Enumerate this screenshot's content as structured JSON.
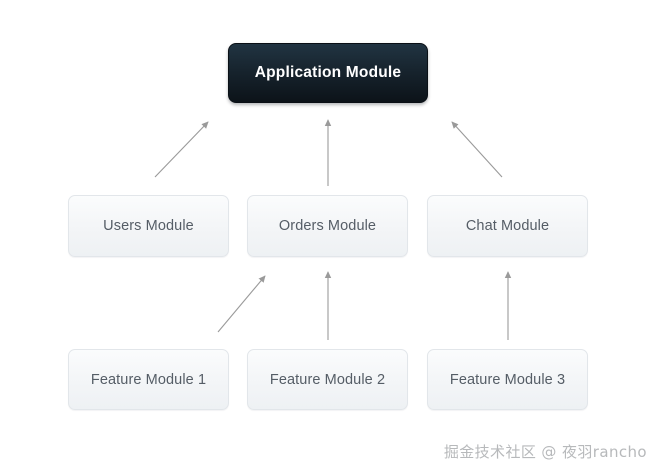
{
  "diagram": {
    "title": "Application Module dependency diagram",
    "type": "layered-dependency-graph",
    "background_color": "#ffffff",
    "arrow_color": "#9a9a9a",
    "nodes": [
      {
        "id": "application",
        "label": "Application Module",
        "tier": "top",
        "style": "dark",
        "fill_color": "#17242e",
        "text_color": "#ffffff"
      },
      {
        "id": "users",
        "label": "Users Module",
        "tier": "middle",
        "style": "light",
        "fill_color": "#f3f5f7",
        "text_color": "#555d66"
      },
      {
        "id": "orders",
        "label": "Orders Module",
        "tier": "middle",
        "style": "light",
        "fill_color": "#f3f5f7",
        "text_color": "#555d66"
      },
      {
        "id": "chat",
        "label": "Chat Module",
        "tier": "middle",
        "style": "light",
        "fill_color": "#f3f5f7",
        "text_color": "#555d66"
      },
      {
        "id": "feature1",
        "label": "Feature Module 1",
        "tier": "bottom",
        "style": "light",
        "fill_color": "#f3f5f7",
        "text_color": "#555d66"
      },
      {
        "id": "feature2",
        "label": "Feature Module 2",
        "tier": "bottom",
        "style": "light",
        "fill_color": "#f3f5f7",
        "text_color": "#555d66"
      },
      {
        "id": "feature3",
        "label": "Feature Module 3",
        "tier": "bottom",
        "style": "light",
        "fill_color": "#f3f5f7",
        "text_color": "#555d66"
      }
    ],
    "edges": [
      {
        "id": "users-to-application",
        "from": "users",
        "to": "application",
        "direction": "up-right"
      },
      {
        "id": "orders-to-application",
        "from": "orders",
        "to": "application",
        "direction": "up"
      },
      {
        "id": "chat-to-application",
        "from": "chat",
        "to": "application",
        "direction": "up-left"
      },
      {
        "id": "feature1-to-users",
        "from": "feature1",
        "to": "users",
        "direction": "up-right"
      },
      {
        "id": "feature2-to-orders",
        "from": "feature2",
        "to": "orders",
        "direction": "up"
      },
      {
        "id": "feature3-to-chat",
        "from": "feature3",
        "to": "chat",
        "direction": "up"
      }
    ]
  },
  "watermark": {
    "text": "掘金技术社区 @ 夜羽rancho"
  }
}
